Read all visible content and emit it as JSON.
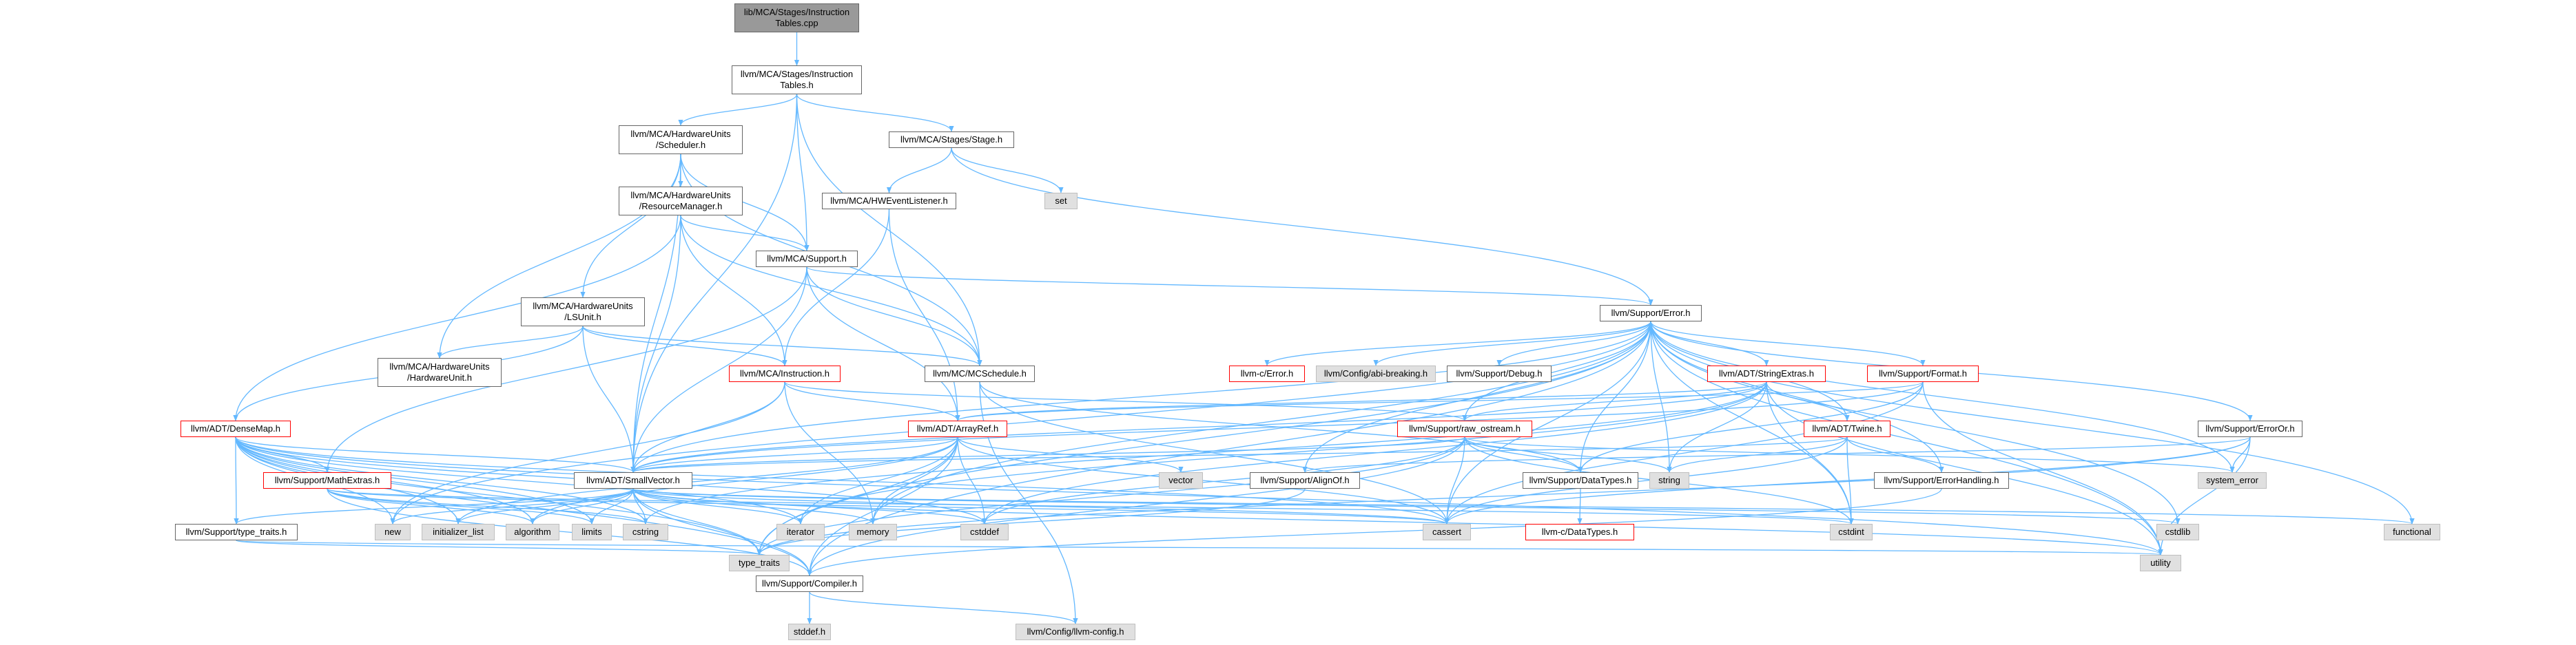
{
  "graph": {
    "edge_color": "#63b8ff",
    "nodes": {
      "root": "lib/MCA/Stages/Instruction\nTables.cpp",
      "itables": "llvm/MCA/Stages/Instruction\nTables.h",
      "scheduler": "llvm/MCA/HardwareUnits\n/Scheduler.h",
      "stage": "llvm/MCA/Stages/Stage.h",
      "set": "set",
      "hwevent": "llvm/MCA/HWEventListener.h",
      "resmgr": "llvm/MCA/HardwareUnits\n/ResourceManager.h",
      "support": "llvm/MCA/Support.h",
      "error": "llvm/Support/Error.h",
      "lsunit": "llvm/MCA/HardwareUnits\n/LSUnit.h",
      "hwunit": "llvm/MCA/HardwareUnits\n/HardwareUnit.h",
      "instruction": "llvm/MCA/Instruction.h",
      "mcschedule": "llvm/MC/MCSchedule.h",
      "cerror": "llvm-c/Error.h",
      "abibreak": "llvm/Config/abi-breaking.h",
      "debug": "llvm/Support/Debug.h",
      "stringextras": "llvm/ADT/StringExtras.h",
      "format": "llvm/Support/Format.h",
      "errororh": "llvm/Support/ErrorOr.h",
      "densemap": "llvm/ADT/DenseMap.h",
      "arrayref": "llvm/ADT/ArrayRef.h",
      "rawostream": "llvm/Support/raw_ostream.h",
      "twine": "llvm/ADT/Twine.h",
      "matheextras": "llvm/Support/MathExtras.h",
      "smallvector": "llvm/ADT/SmallVector.h",
      "vector": "vector",
      "alignof": "llvm/Support/AlignOf.h",
      "datatypes": "llvm/Support/DataTypes.h",
      "string": "string",
      "errorhandling": "llvm/Support/ErrorHandling.h",
      "systemerror": "system_error",
      "typetraitsh": "llvm/Support/type_traits.h",
      "new": "new",
      "initlist": "initializer_list",
      "algorithm": "algorithm",
      "limits": "limits",
      "cstring": "cstring",
      "iterator": "iterator",
      "memory": "memory",
      "cstddef": "cstddef",
      "cassert": "cassert",
      "cdatatypes": "llvm-c/DataTypes.h",
      "cstdint": "cstdint",
      "cstdlib": "cstdlib",
      "functional": "functional",
      "typetraits": "type_traits",
      "utility": "utility",
      "compiler": "llvm/Support/Compiler.h",
      "stddef": "stddef.h",
      "llvmconfig": "llvm/Config/llvm-config.h"
    }
  }
}
